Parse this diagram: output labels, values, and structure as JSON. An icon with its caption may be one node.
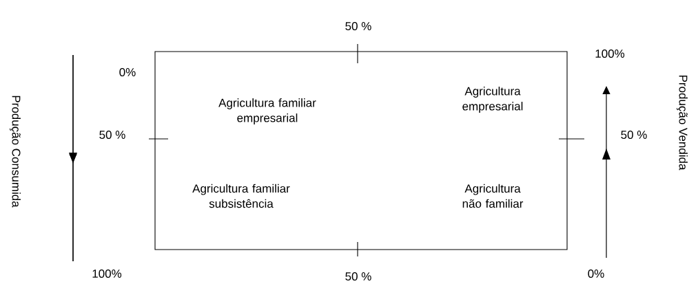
{
  "diagram": {
    "nodes": [
      {
        "text": [
          "Agricultura familiar empresarial",
          "Agricultura empresarial",
          "Agricultura familiar subsistência",
          "Agricultura não familiar"
        ]
      }
    ],
    "labels": [
      "50 %",
      "Produção Consumida",
      "100%",
      "Produção Vendida",
      "0%",
      "50 %",
      "50 %",
      "100%",
      "50 %",
      "0%"
    ]
  }
}
